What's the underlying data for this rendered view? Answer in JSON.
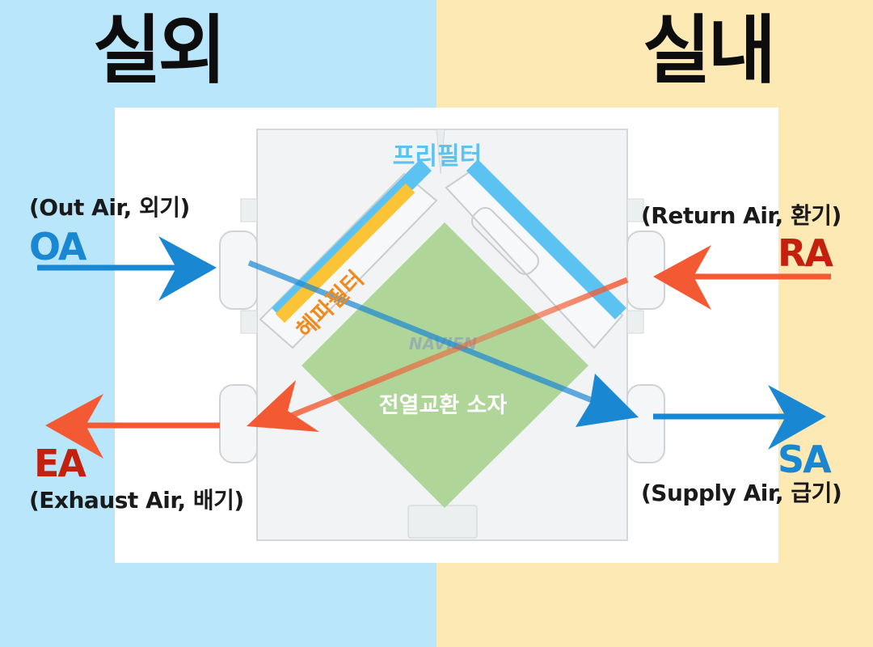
{
  "zones": {
    "outdoor": {
      "title": "실외",
      "color": "#b9e6fb"
    },
    "indoor": {
      "title": "실내",
      "color": "#fde9b4"
    }
  },
  "filters": {
    "pre_filter": {
      "label": "프리필터",
      "color": "#5bc2f2"
    },
    "hepa_filter": {
      "label": "헤파필터",
      "color": "#fbc437",
      "label_color": "#f08a1c"
    }
  },
  "core": {
    "label": "전열교환 소자",
    "color": "#a9d18e"
  },
  "brand": {
    "text": "NAVIEN"
  },
  "flows": {
    "oa": {
      "code": "OA",
      "description": "(Out Air, 외기)",
      "color": "#1a87d3"
    },
    "ea": {
      "code": "EA",
      "description": "(Exhaust Air, 배기)",
      "color": "#c4200e",
      "arrow_color": "#f35a33"
    },
    "ra": {
      "code": "RA",
      "description": "(Return Air, 환기)",
      "color": "#c4200e",
      "arrow_color": "#f35a33"
    },
    "sa": {
      "code": "SA",
      "description": "(Supply Air, 급기)",
      "color": "#1a87d3"
    }
  }
}
